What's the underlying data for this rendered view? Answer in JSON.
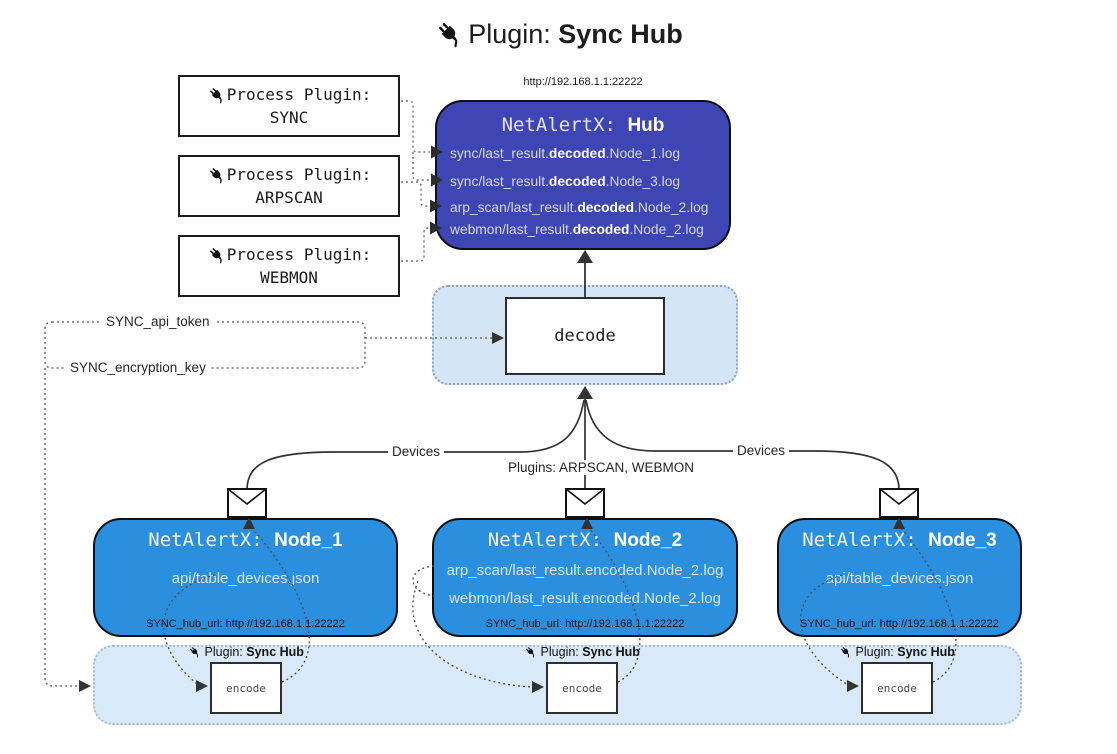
{
  "title": {
    "prefix": "Plugin:",
    "name": "Sync Hub"
  },
  "process_plugins": [
    {
      "label": "Process Plugin:",
      "name": "SYNC"
    },
    {
      "label": "Process Plugin:",
      "name": "ARPSCAN"
    },
    {
      "label": "Process Plugin:",
      "name": "WEBMON"
    }
  ],
  "hub": {
    "url": "http://192.168.1.1:22222",
    "title_prefix": "NetAlertX:",
    "title_name": "Hub",
    "files": [
      {
        "pre": "sync/last_result.",
        "mid": "decoded",
        "post": ".Node_1.log"
      },
      {
        "pre": "sync/last_result.",
        "mid": "decoded",
        "post": ".Node_3.log"
      },
      {
        "pre": "arp_scan/last_result.",
        "mid": "decoded",
        "post": ".Node_2.log"
      },
      {
        "pre": "webmon/last_result.",
        "mid": "decoded",
        "post": ".Node_2.log"
      }
    ]
  },
  "decode": {
    "label": "decode"
  },
  "links": {
    "api_token": "SYNC_api_token",
    "encryption_key": "SYNC_encryption_key",
    "devices_left": "Devices",
    "devices_right": "Devices",
    "plugins_center": "Plugins: ARPSCAN, WEBMON"
  },
  "nodes": [
    {
      "title_prefix": "NetAlertX:",
      "title_name": "Node_1",
      "files": [
        "api/table_devices.json"
      ],
      "hub_url": "SYNC_hub_url: http://192.168.1.1:22222"
    },
    {
      "title_prefix": "NetAlertX:",
      "title_name": "Node_2",
      "files": [
        "arp_scan/last_result.encoded.Node_2.log",
        "webmon/last_result.encoded.Node_2.log"
      ],
      "hub_url": "SYNC_hub_url: http://192.168.1.1:22222"
    },
    {
      "title_prefix": "NetAlertX:",
      "title_name": "Node_3",
      "files": [
        "api/table_devices.json"
      ],
      "hub_url": "SYNC_hub_url: http://192.168.1.1:22222"
    }
  ],
  "encoders": [
    {
      "label_prefix": "Plugin:",
      "label_name": "Sync Hub",
      "box": "encode"
    },
    {
      "label_prefix": "Plugin:",
      "label_name": "Sync Hub",
      "box": "encode"
    },
    {
      "label_prefix": "Plugin:",
      "label_name": "Sync Hub",
      "box": "encode"
    }
  ],
  "colors": {
    "hub_fill": "#3E45B5",
    "node_fill": "#2B8FE0",
    "band_fill": "#D9E9FA",
    "decode_area_fill": "#D4E5F7",
    "line": "#333333",
    "white": "#FFFFFF"
  }
}
